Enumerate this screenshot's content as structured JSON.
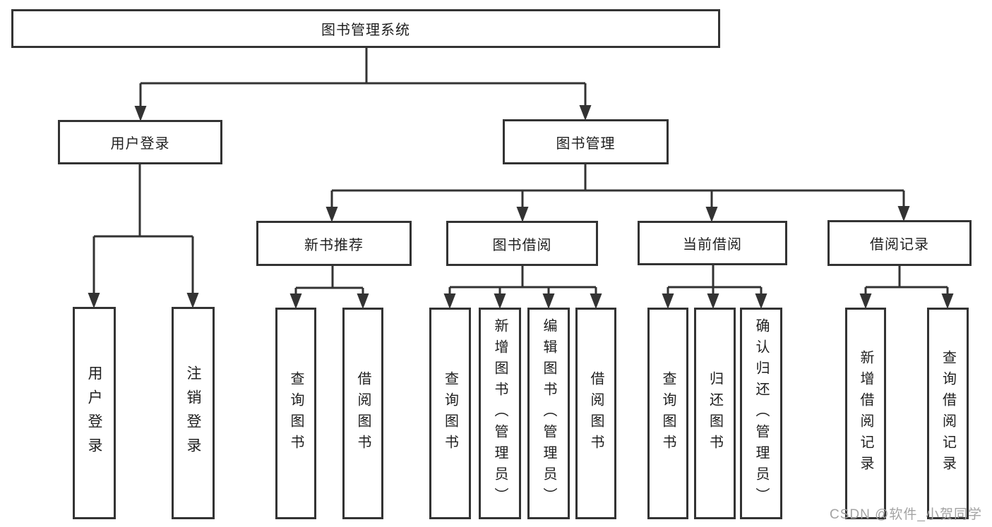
{
  "colors": {
    "line": "#333333",
    "text": "#1f1f1f",
    "watermark": "#a3a3a3",
    "background": "#ffffff"
  },
  "watermark": "CSDN @软件_小贺同学",
  "tree": {
    "label": "图书管理系统",
    "children": [
      {
        "label": "用户登录",
        "children": [
          {
            "label": "用户登录"
          },
          {
            "label": "注销登录"
          }
        ]
      },
      {
        "label": "图书管理",
        "children": [
          {
            "label": "新书推荐",
            "children": [
              {
                "label": "查询图书"
              },
              {
                "label": "借阅图书"
              }
            ]
          },
          {
            "label": "图书借阅",
            "children": [
              {
                "label": "查询图书"
              },
              {
                "label": "新增图书（管理员）"
              },
              {
                "label": "编辑图书（管理员）"
              },
              {
                "label": "借阅图书"
              }
            ]
          },
          {
            "label": "当前借阅",
            "children": [
              {
                "label": "查询图书"
              },
              {
                "label": "归还图书"
              },
              {
                "label": "确认归还（管理员）"
              }
            ]
          },
          {
            "label": "借阅记录",
            "children": [
              {
                "label": "新增借阅记录"
              },
              {
                "label": "查询借阅记录"
              }
            ]
          }
        ]
      }
    ]
  }
}
